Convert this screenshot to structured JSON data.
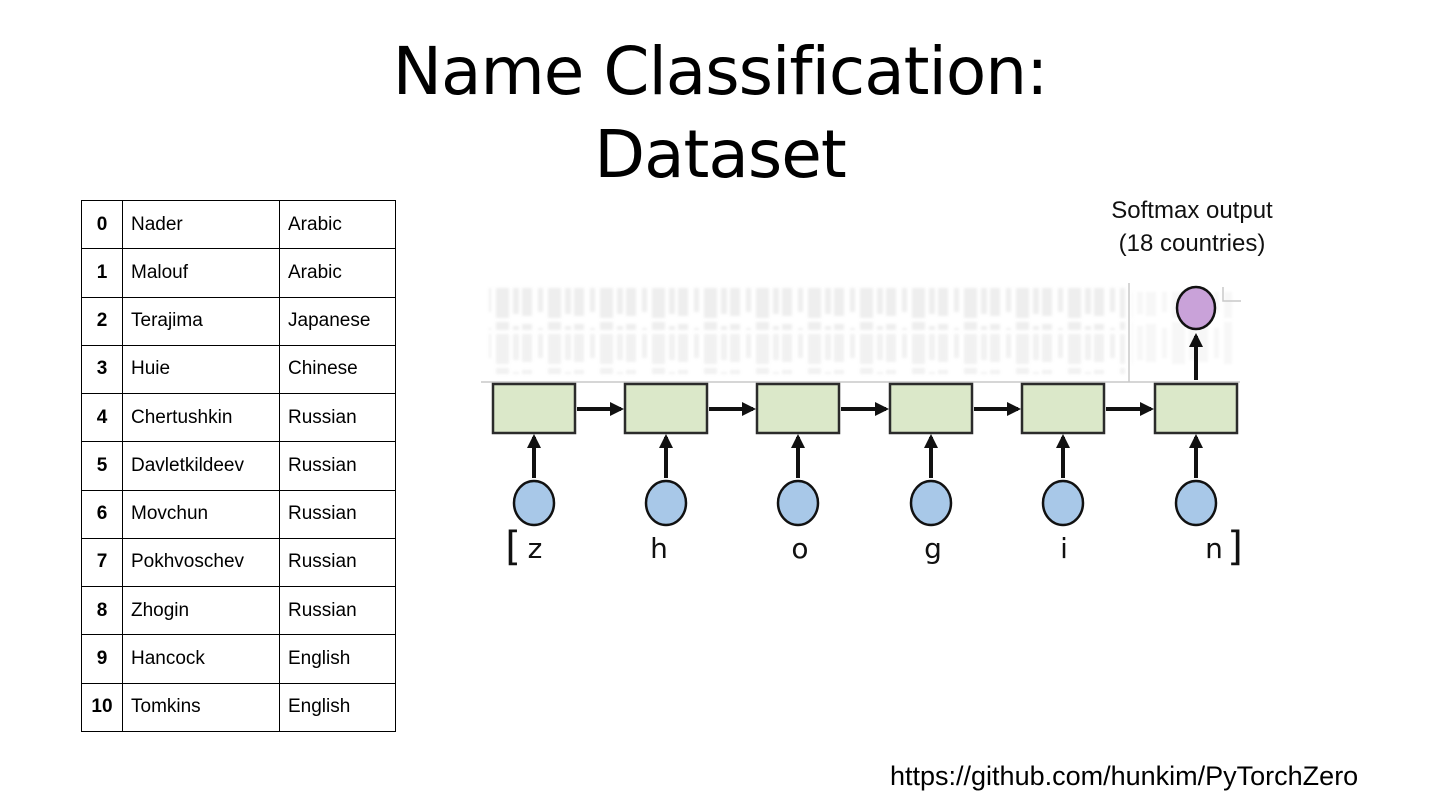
{
  "title": {
    "line1": "Name Classification:",
    "line2": "Dataset"
  },
  "table": {
    "rows": [
      {
        "index": "0",
        "name": "Nader",
        "language": "Arabic"
      },
      {
        "index": "1",
        "name": "Malouf",
        "language": "Arabic"
      },
      {
        "index": "2",
        "name": "Terajima",
        "language": "Japanese"
      },
      {
        "index": "3",
        "name": "Huie",
        "language": "Chinese"
      },
      {
        "index": "4",
        "name": "Chertushkin",
        "language": "Russian"
      },
      {
        "index": "5",
        "name": "Davletkildeev",
        "language": "Russian"
      },
      {
        "index": "6",
        "name": "Movchun",
        "language": "Russian"
      },
      {
        "index": "7",
        "name": "Pokhvoschev",
        "language": "Russian"
      },
      {
        "index": "8",
        "name": "Zhogin",
        "language": "Russian"
      },
      {
        "index": "9",
        "name": "Hancock",
        "language": "English"
      },
      {
        "index": "10",
        "name": "Tomkins",
        "language": "English"
      }
    ]
  },
  "diagram": {
    "softmax_label": {
      "line1": "Softmax output",
      "line2": "(18 countries)"
    },
    "input_word": {
      "bracket_left": "[",
      "chars": [
        "z",
        "h",
        "o",
        "g",
        "i",
        "n"
      ],
      "bracket_right": "]"
    },
    "colors": {
      "cell_fill": "#dbe8c9",
      "cell_border": "#2b2b2b",
      "input_node_fill": "#a8c8e8",
      "output_node_fill": "#c9a2d9",
      "node_border": "#111111",
      "arrow": "#111111",
      "artifact_line": "#c9c9c9",
      "ghost_text": "#cfcfcf"
    }
  },
  "footer": {
    "url": "https://github.com/hunkim/PyTorchZero"
  }
}
